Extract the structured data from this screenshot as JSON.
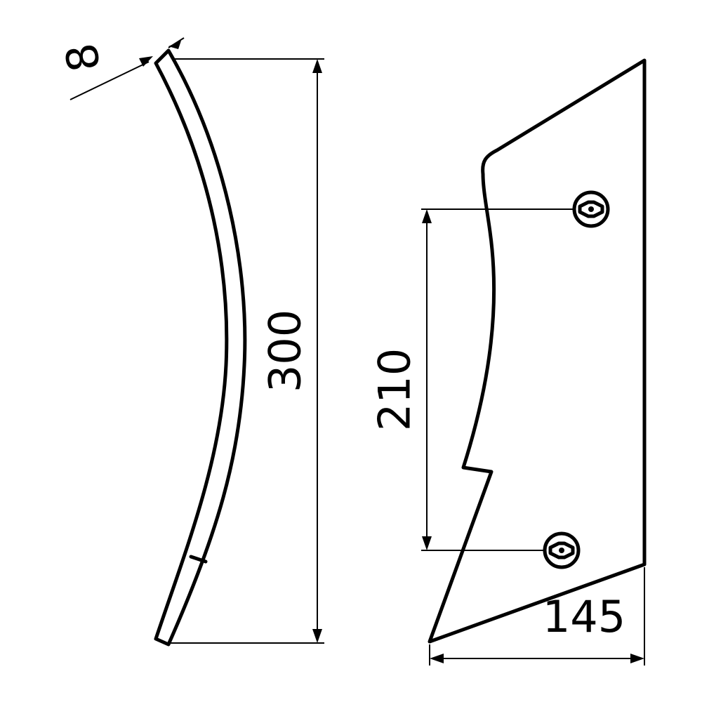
{
  "dimensions": {
    "thickness": "8",
    "height": "300",
    "hole_spacing": "210",
    "width": "145"
  },
  "colors": {
    "line": "#000000",
    "background": "#ffffff"
  }
}
